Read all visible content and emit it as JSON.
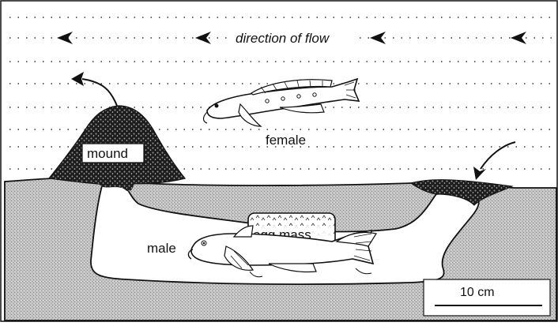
{
  "flow": {
    "label": "direction of flow"
  },
  "labels": {
    "mound": "mound",
    "female": "female",
    "male": "male",
    "egg_mass": "egg mass"
  },
  "scale": {
    "label": "10 cm"
  },
  "colors": {
    "ink": "#111111",
    "sediment": "#bdbdbd",
    "mound": "#2a2a2a",
    "background": "#ffffff"
  }
}
